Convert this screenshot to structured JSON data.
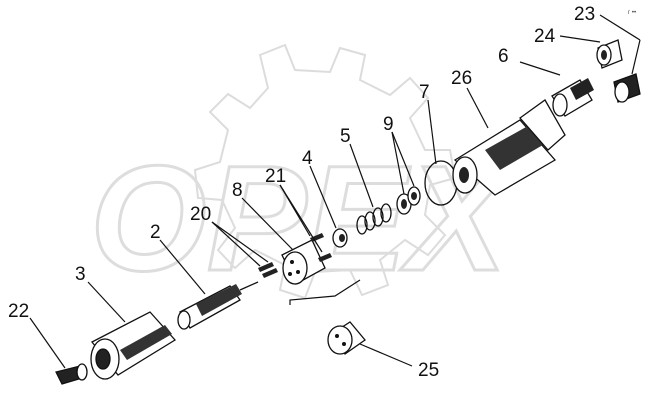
{
  "watermark": {
    "text": "OPEX"
  },
  "corner_mark": "г ••",
  "labels": {
    "l2": "2",
    "l3": "3",
    "l4": "4",
    "l5": "5",
    "l6": "6",
    "l7": "7",
    "l8": "8",
    "l9": "9",
    "l20": "20",
    "l21": "21",
    "l22": "22",
    "l23": "23",
    "l24": "24",
    "l25": "25",
    "l26": "26"
  },
  "colors": {
    "ink": "#111111",
    "watermark": "#dddddd",
    "background": "#ffffff"
  }
}
